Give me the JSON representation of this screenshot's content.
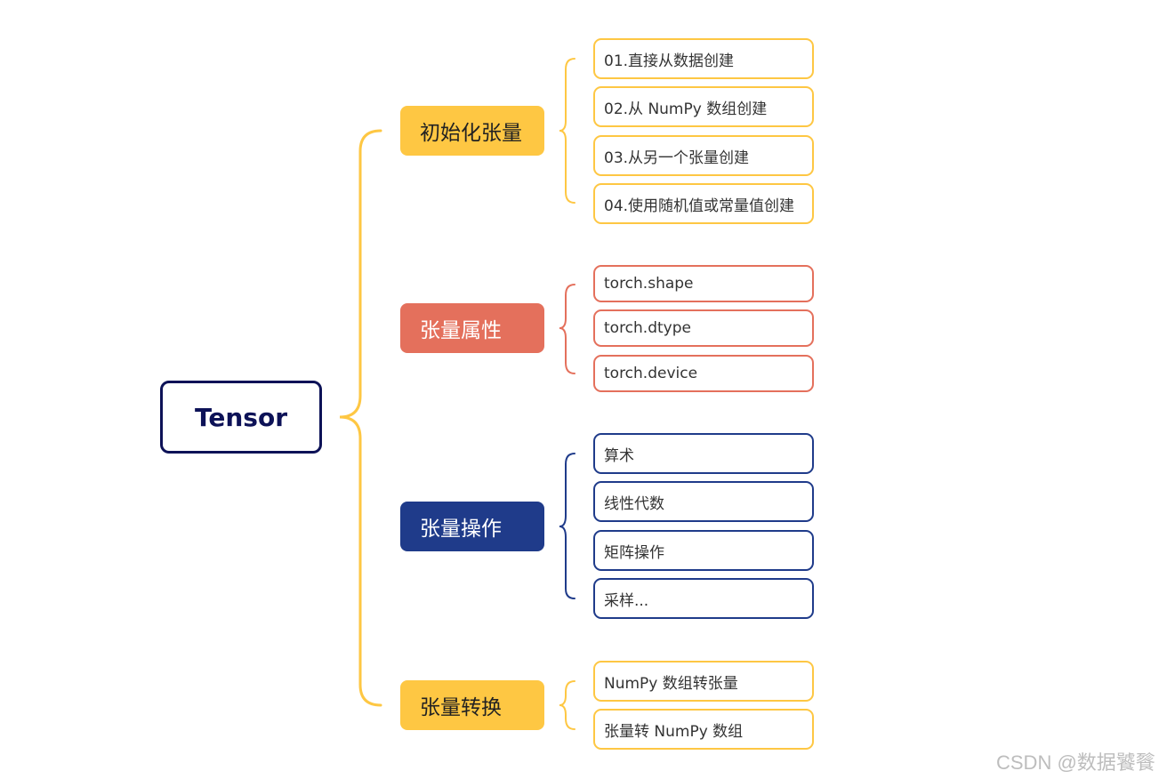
{
  "root": {
    "label": "Tensor"
  },
  "colors": {
    "yellow": "#fec743",
    "salmon": "#e4705c",
    "navy": "#1f3b8a",
    "root_border": "#0d1257"
  },
  "branches": [
    {
      "label": "初始化张量",
      "color": "yellow",
      "items": [
        "01.直接从数据创建",
        "02.从 NumPy 数组创建",
        "03.从另一个张量创建",
        "04.使用随机值或常量值创建"
      ]
    },
    {
      "label": "张量属性",
      "color": "salmon",
      "items": [
        "torch.shape",
        "torch.dtype",
        "torch.device"
      ]
    },
    {
      "label": "张量操作",
      "color": "navy",
      "items": [
        "算术",
        "线性代数",
        "矩阵操作",
        "采样..."
      ]
    },
    {
      "label": "张量转换",
      "color": "yellow",
      "items": [
        "NumPy 数组转张量",
        "张量转 NumPy 数组"
      ]
    }
  ],
  "watermark": "CSDN @数据饕餮"
}
